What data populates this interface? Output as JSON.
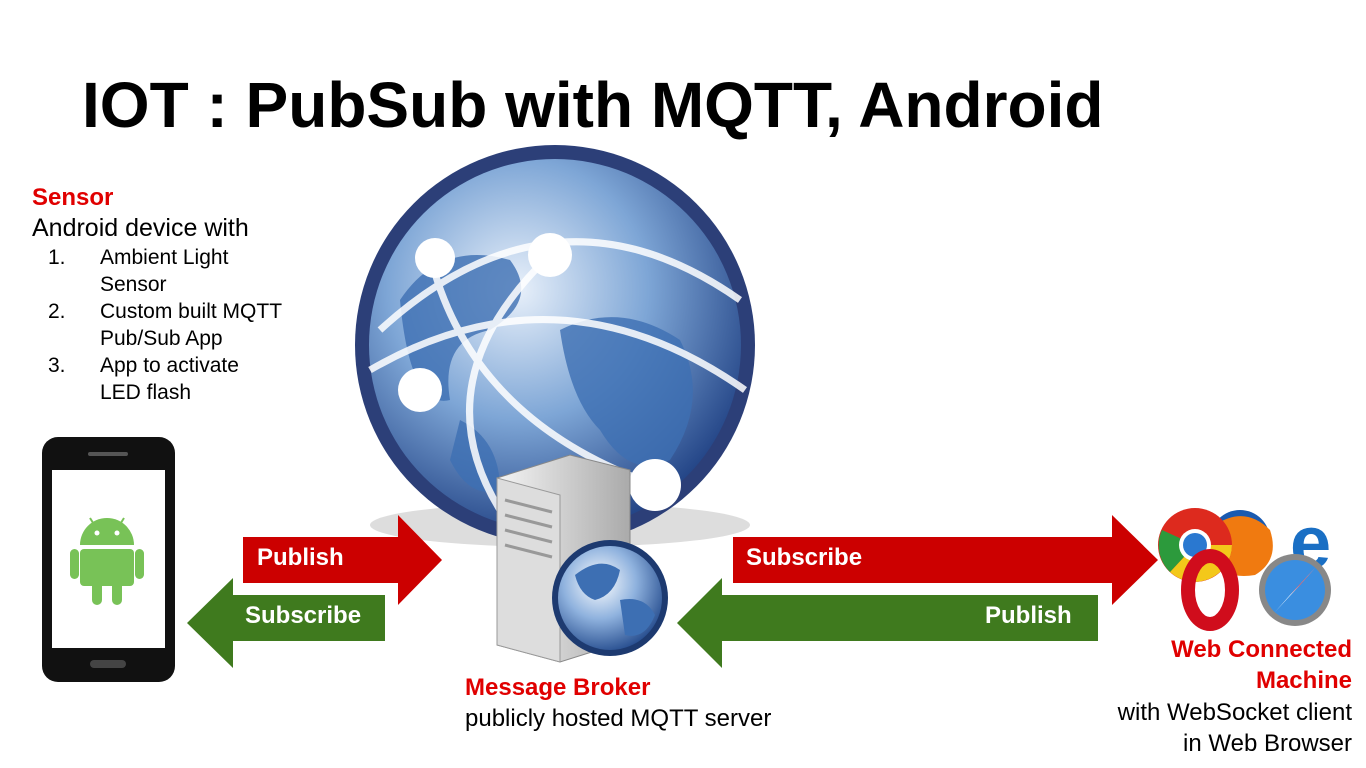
{
  "title": "IOT : PubSub with MQTT, Android",
  "sensor": {
    "heading": "Sensor",
    "subtitle": "Android device with",
    "items": [
      {
        "num": "1.",
        "text": "Ambient Light\nSensor"
      },
      {
        "num": "2.",
        "text": "Custom built MQTT\nPub/Sub App"
      },
      {
        "num": "3.",
        "text": "App to activate\nLED flash"
      }
    ]
  },
  "arrows": {
    "left_publish": "Publish",
    "left_subscribe": "Subscribe",
    "right_subscribe": "Subscribe",
    "right_publish": "Publish"
  },
  "broker": {
    "heading": "Message Broker",
    "subtitle": "publicly hosted MQTT  server"
  },
  "machine": {
    "heading_line1": "Web Connected",
    "heading_line2": "Machine",
    "subtitle_line1": "with WebSocket client",
    "subtitle_line2": "in Web Browser"
  },
  "colors": {
    "red": "#e00000",
    "arrow_red": "#cc0000",
    "arrow_green": "#3f7a1e",
    "android": "#78c257"
  }
}
